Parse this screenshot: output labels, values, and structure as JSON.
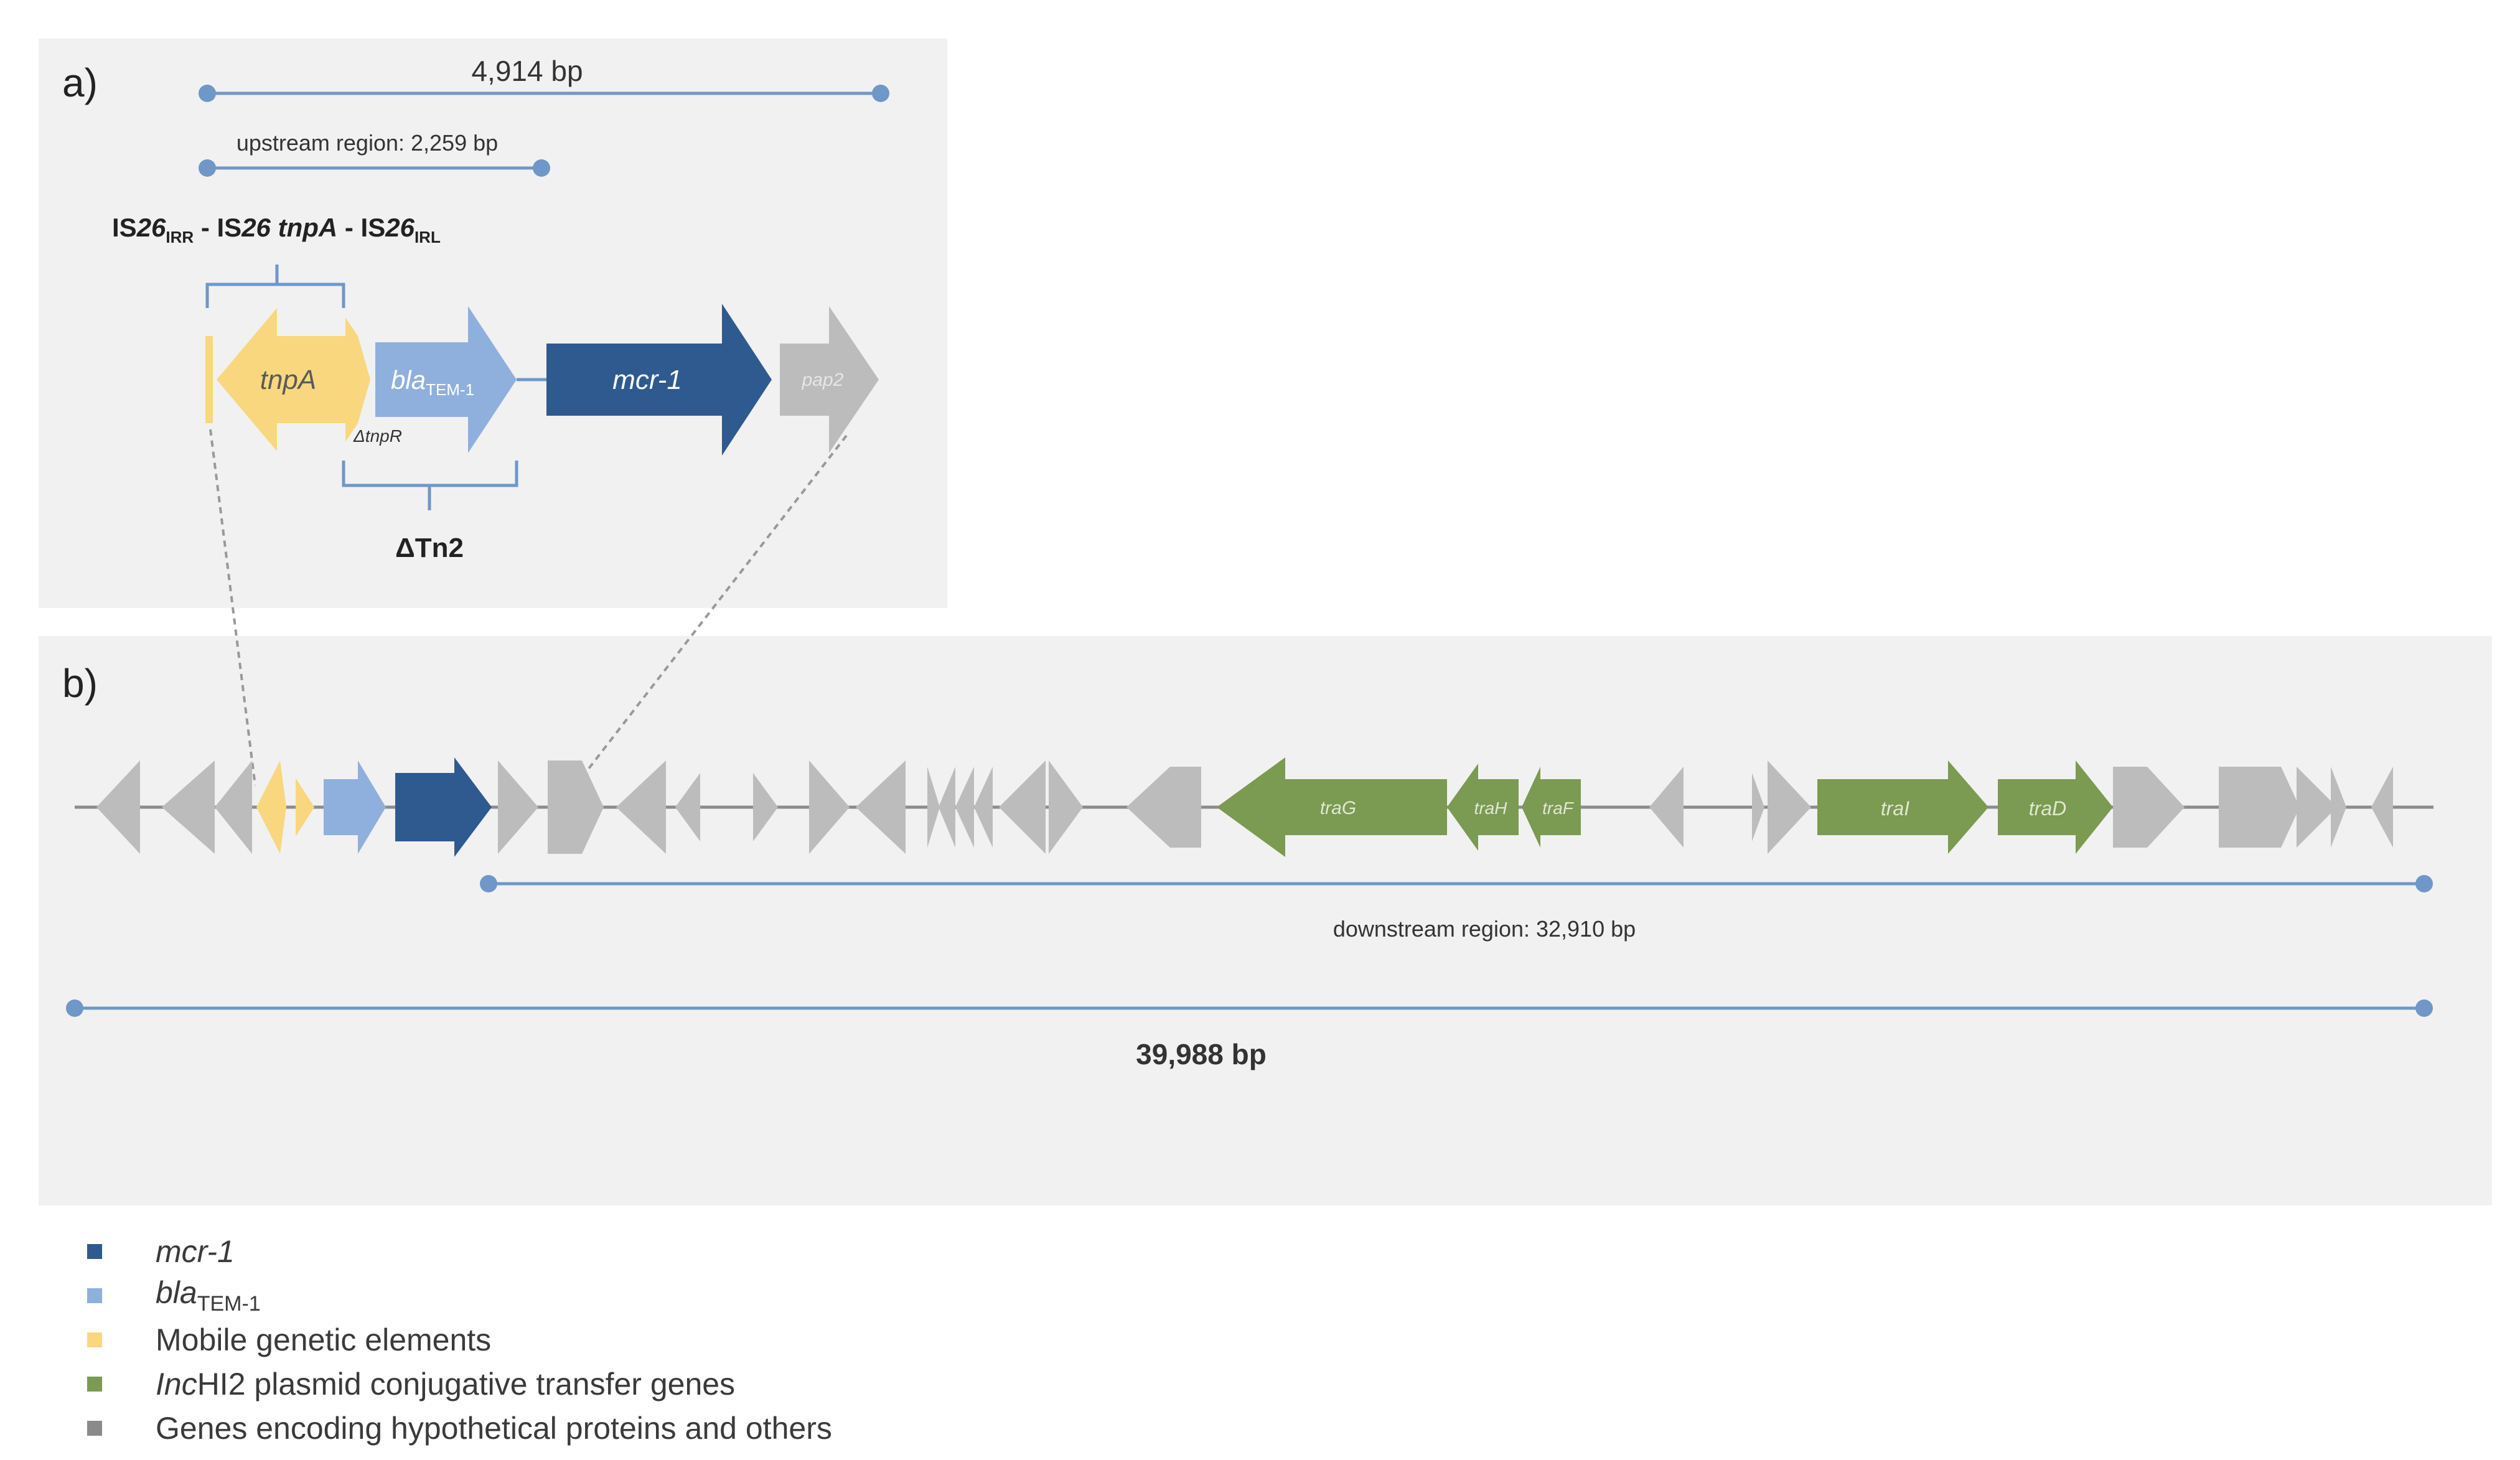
{
  "panel_a": {
    "label": "a)",
    "total_span": "4,914 bp",
    "upstream_span": "upstream region: 2,259 bp",
    "is26_label": {
      "p1": "IS",
      "p2": "26",
      "p3": "IRR",
      "p4": " - IS",
      "p5": "26",
      "p6": " tnpA",
      "p7": " - IS",
      "p8": "26",
      "p9": "IRL"
    },
    "delta_tn2": "ΔTn2",
    "delta_tnpR": "ΔtnpR",
    "genes": {
      "tnpA": "tnpA",
      "bla": "bla",
      "bla_sub": "TEM-1",
      "mcr1": "mcr-1",
      "pap2": "pap2"
    }
  },
  "panel_b": {
    "label": "b)",
    "genes": {
      "traG": "traG",
      "traH": "traH",
      "traF": "traF",
      "traI": "traI",
      "traD": "traD"
    },
    "downstream_span": "downstream region: 32,910 bp",
    "total_span": "39,988 bp"
  },
  "colors": {
    "mcr1": "#2f5a8f",
    "bla": "#8fb0dc",
    "mobile": "#f8d77e",
    "tra": "#7b9a52",
    "other": "#bcbcbc",
    "line": "#6f97c8",
    "panel_bg": "#f1f1f1"
  },
  "legend": {
    "items": [
      {
        "label": "mcr-1",
        "sub": "",
        "color_key": "mcr1"
      },
      {
        "label": "bla",
        "sub": "TEM-1",
        "color_key": "bla"
      },
      {
        "label": "Mobile genetic elements",
        "sub": "",
        "color_key": "mobile"
      },
      {
        "prefix": "Inc",
        "label": "HI2 plasmid conjugative transfer genes",
        "sub": "",
        "color_key": "tra"
      },
      {
        "label": "Genes encoding hypothetical proteins and others",
        "sub": "",
        "color_key": "other"
      }
    ]
  }
}
